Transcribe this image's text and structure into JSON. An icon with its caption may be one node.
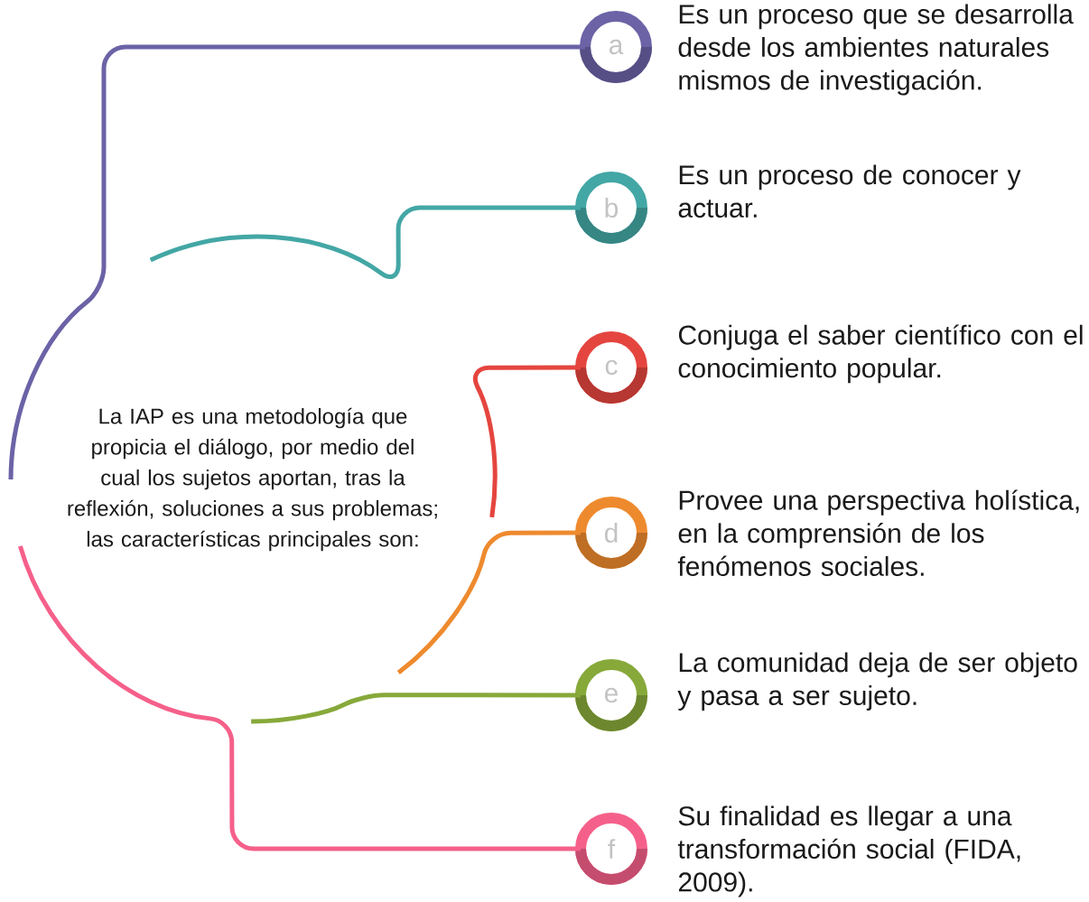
{
  "diagram": {
    "nodes": [
      {
        "text": [
          "La IAP es una metodología que propicia el diálogo, por medio del cual los sujetos aportan, tras la reflexión, soluciones a sus problemas; las características principales son:"
        ]
      },
      {
        "text": [
          "a"
        ],
        "beside": [
          "Es un proceso que se desarrolla desde los ambientes naturales mismos de investigación."
        ]
      },
      {
        "text": [
          "b"
        ],
        "beside": [
          "Es un proceso de conocer y actuar."
        ]
      },
      {
        "text": [
          "c"
        ],
        "beside": [
          "Conjuga el saber científico con el conocimiento popular."
        ]
      },
      {
        "text": [
          "d"
        ],
        "beside": [
          "Provee una perspectiva holística, en la comprensión de los fenómenos sociales."
        ]
      },
      {
        "text": [
          "e"
        ],
        "beside": [
          "La comunidad deja de ser objeto y pasa a ser sujeto."
        ]
      },
      {
        "text": [
          "f"
        ],
        "beside": [
          "Su finalidad es llegar a una transformación social (FIDA, 2009)."
        ]
      }
    ],
    "edges": [
      {
        "from": null,
        "to": 1,
        "arrow": "none",
        "color": "#6b63a6"
      },
      {
        "from": null,
        "to": 2,
        "arrow": "none",
        "color": "#43a7a5"
      },
      {
        "from": null,
        "to": 3,
        "arrow": "none",
        "color": "#e5453f"
      },
      {
        "from": null,
        "to": 4,
        "arrow": "none",
        "color": "#ee8a2e"
      },
      {
        "from": null,
        "to": 5,
        "arrow": "none",
        "color": "#87a93a"
      },
      {
        "from": null,
        "to": 6,
        "arrow": "none",
        "color": "#f5608a"
      }
    ]
  }
}
